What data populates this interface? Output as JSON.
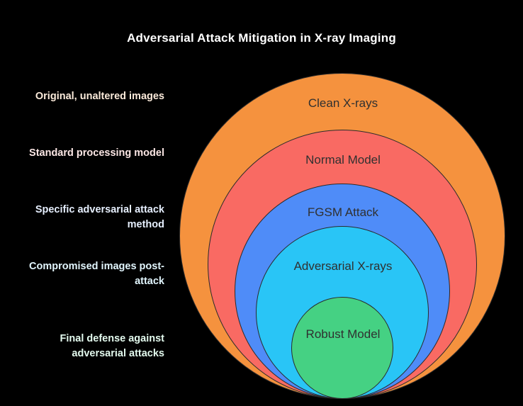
{
  "chart_data": {
    "type": "diagram",
    "diagram_type": "nested-circles",
    "title": "Adversarial Attack Mitigation in X-ray Imaging",
    "background": "#000000",
    "categories": [
      "Clean X-rays",
      "Normal Model",
      "FGSM Attack",
      "Adversarial X-rays",
      "Robust Model"
    ],
    "values": [
      230,
      190,
      152,
      122,
      72
    ],
    "value_meaning": "circle radius in pixels (nesting level, outermost first)",
    "xlabel": "",
    "ylabel": "",
    "legend_position": "left",
    "layers": [
      {
        "id": "clean-xrays",
        "level": 1,
        "label": "Clean X-rays",
        "annotation": "Original, unaltered images",
        "fill": "#F5923E",
        "annotation_color": "#FBEADA",
        "radius": 230
      },
      {
        "id": "normal-model",
        "level": 2,
        "label": "Normal Model",
        "annotation": "Standard processing model",
        "fill": "#F96A63",
        "annotation_color": "#FCE7E5",
        "radius": 190
      },
      {
        "id": "fgsm-attack",
        "level": 3,
        "label": "FGSM Attack",
        "annotation": "Specific adversarial attack method",
        "fill": "#4F8CF8",
        "annotation_color": "#E6EFFE",
        "radius": 152
      },
      {
        "id": "adversarial-xrays",
        "level": 4,
        "label": "Adversarial X-rays",
        "annotation": "Compromised images post-attack",
        "fill": "#29C5F6",
        "annotation_color": "#E2F6FE",
        "radius": 122
      },
      {
        "id": "robust-model",
        "level": 5,
        "label": "Robust Model",
        "annotation": "Final defense against adversarial attacks",
        "fill": "#45D183",
        "annotation_color": "#E3FAEE",
        "radius": 72
      }
    ],
    "annotations": [
      "Original, unaltered images",
      "Standard processing model",
      "Specific adversarial attack method",
      "Compromised images post-attack",
      "Final defense against adversarial attacks"
    ],
    "stroke_color": "#2b2b2b",
    "label_text_color": "#303030"
  }
}
